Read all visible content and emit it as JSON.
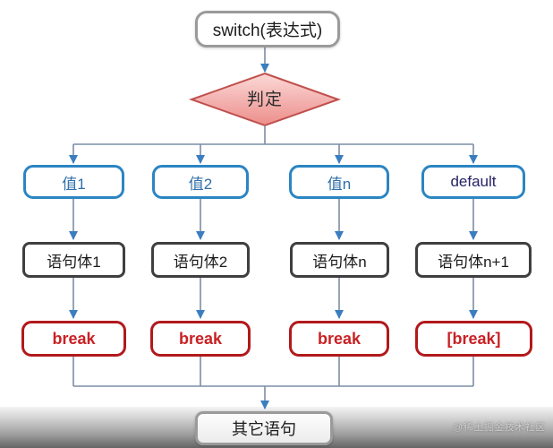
{
  "diagram": {
    "start_label": "switch(表达式)",
    "decision_label": "判定",
    "columns": [
      {
        "case": "值1",
        "body": "语句体1",
        "break": "break"
      },
      {
        "case": "值2",
        "body": "语句体2",
        "break": "break"
      },
      {
        "case": "值n",
        "body": "语句体n",
        "break": "break"
      },
      {
        "case": "default",
        "body": "语句体n+1",
        "break": "[break]"
      }
    ],
    "end_label": "其它语句"
  },
  "watermark": {
    "text": "@稀土掘金技术社区"
  },
  "colors": {
    "case-border": "#2b85c2",
    "case-text": "#2f6ea8",
    "default-text": "#232366",
    "body-border": "#3f3f3f",
    "body-text": "#1b1b1b",
    "break-border": "#b2191c",
    "break-text": "#c92124",
    "terminal-border": "#9a9a9a",
    "line": "#7b8da5",
    "arrow": "#3b7ec0",
    "diamond-border": "#c0504d",
    "diamond-fill-top": "#fbd9d7",
    "diamond-fill-bottom": "#ec8e8b"
  }
}
